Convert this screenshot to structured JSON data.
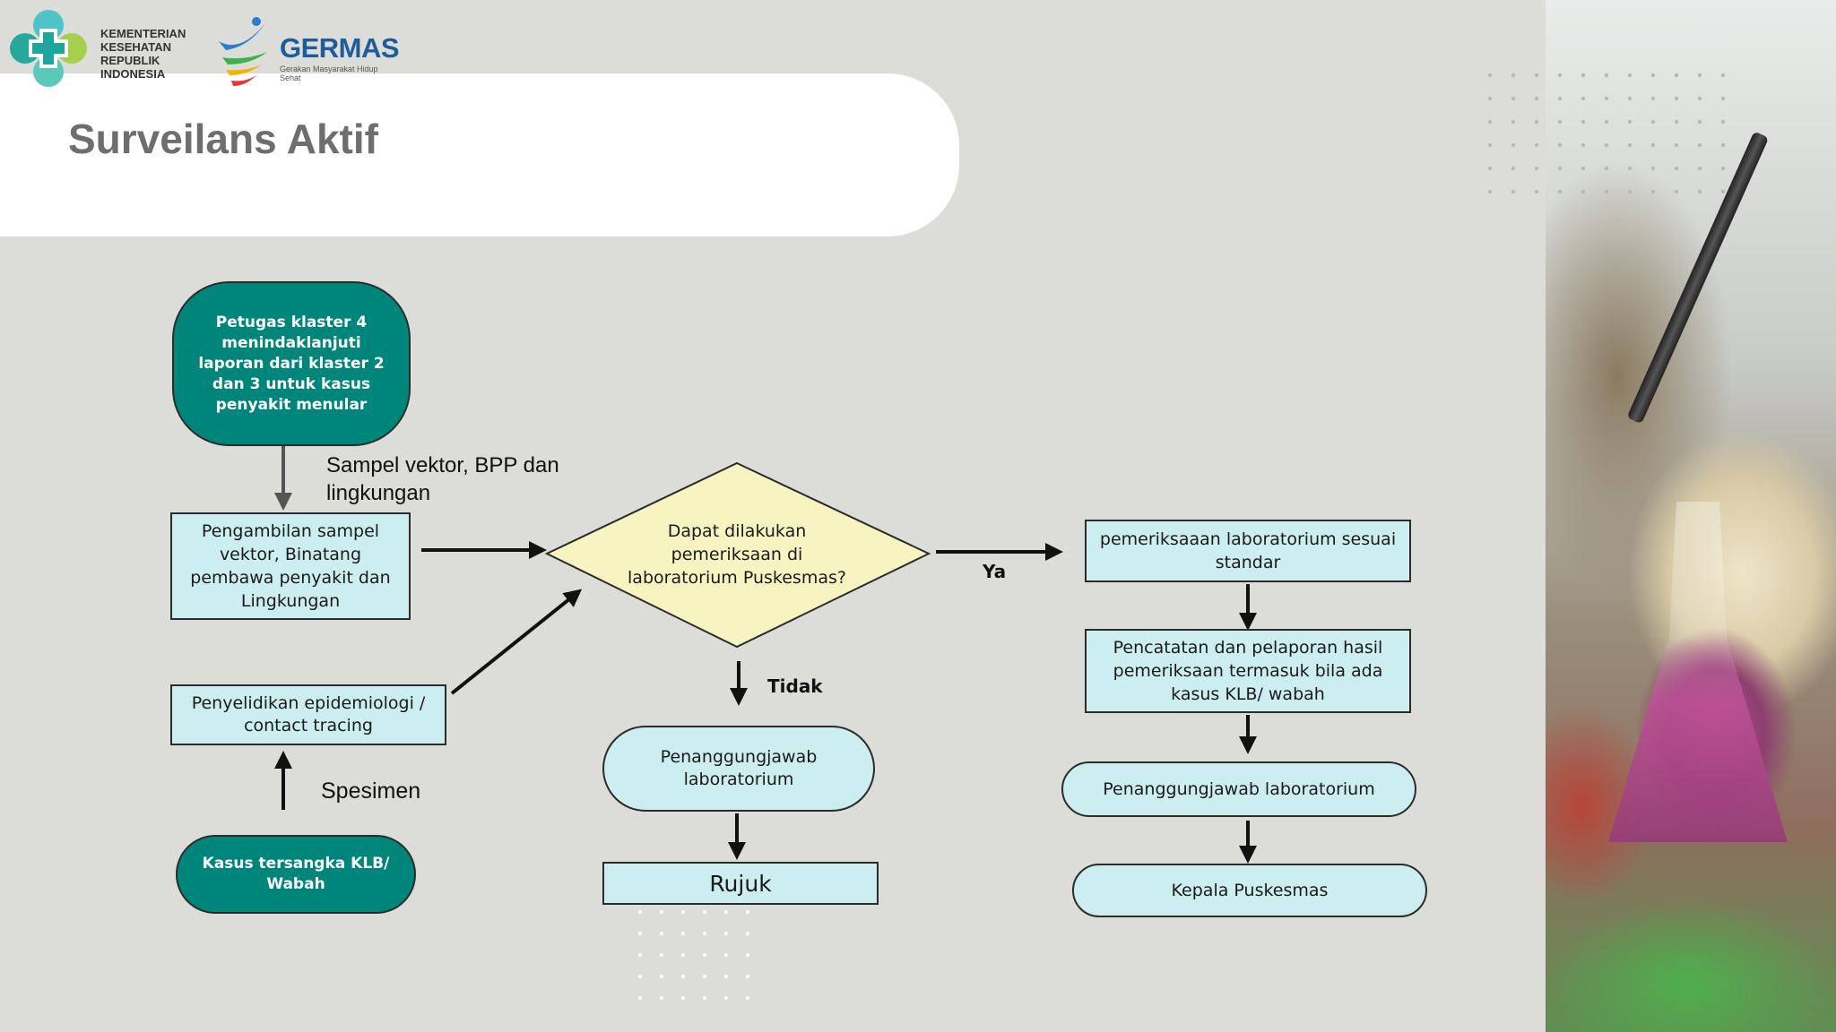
{
  "header": {
    "title": "Surveilans Aktif",
    "kemenkes_logo_text": "KEMENTERIAN KESEHATAN REPUBLIK INDONESIA",
    "germas_title": "GERMAS",
    "germas_subtitle": "Gerakan Masyarakat Hidup Sehat"
  },
  "colors": {
    "teal": "#00857a",
    "light_cyan": "#cdeef0",
    "decision_yellow": "#f7f4c2",
    "background": "#dcdcd8"
  },
  "flowchart": {
    "start_node": "Petugas klaster 4 menindaklanjuti laporan dari klaster  2 dan  3  untuk kasus penyakit menular",
    "label_sample": "Sampel vektor, BPP dan lingkungan",
    "sampling": "Pengambilan sampel vektor, Binatang pembawa penyakit dan Lingkungan",
    "investigation": "Penyelidikan epidemiologi / contact tracing",
    "label_specimen": "Spesimen",
    "suspect_case": "Kasus tersangka KLB/ Wabah",
    "decision": "Dapat dilakukan pemeriksaan di laboratorium Puskesmas?",
    "label_yes": "Ya",
    "label_no": "Tidak",
    "no_branch_responsible": "Penanggungjawab laboratorium",
    "refer": "Rujuk",
    "standard_exam": "pemeriksaaan laboratorium sesuai standar",
    "recording": "Pencatatan dan pelaporan hasil pemeriksaan  termasuk bila  ada kasus KLB/ wabah",
    "yes_branch_responsible": "Penanggungjawab laboratorium",
    "head": "Kepala Puskesmas"
  }
}
